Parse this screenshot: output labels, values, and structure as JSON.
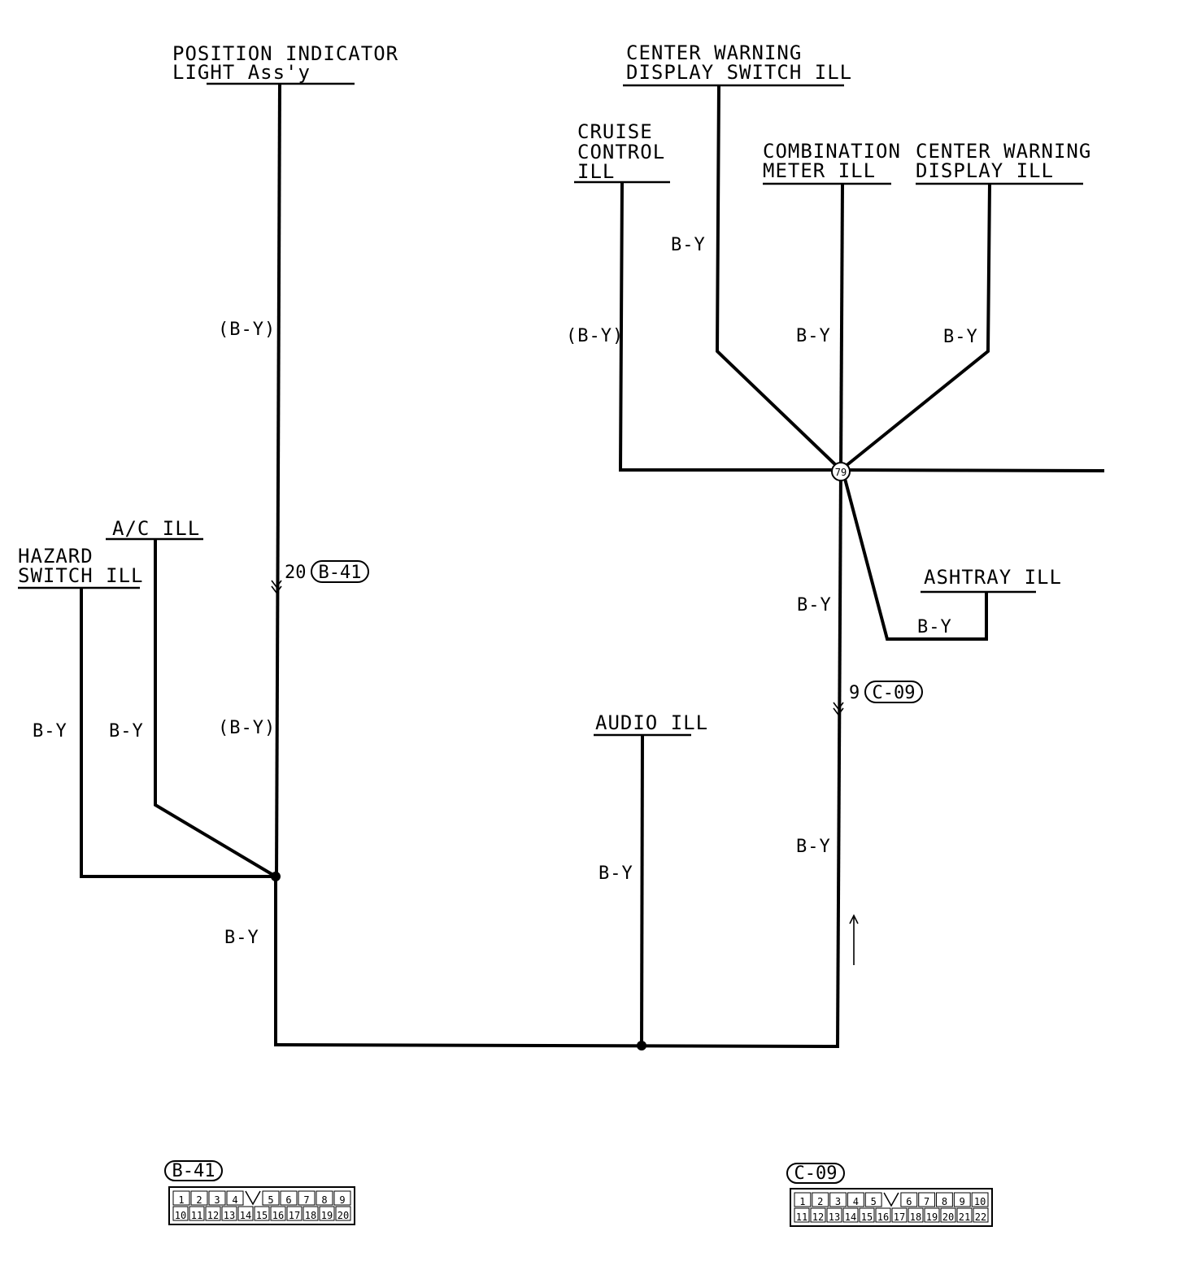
{
  "components": {
    "position_indicator": [
      "POSITION INDICATOR",
      "LIGHT Ass'y"
    ],
    "center_warning_switch": [
      "CENTER WARNING",
      "DISPLAY SWITCH ILL"
    ],
    "cruise_control": [
      "CRUISE",
      "CONTROL",
      "ILL"
    ],
    "combination_meter": [
      "COMBINATION",
      "METER ILL"
    ],
    "center_warning_display": [
      "CENTER WARNING",
      "DISPLAY ILL"
    ],
    "ashtray": "ASHTRAY ILL",
    "ac": "A/C ILL",
    "hazard_switch": [
      "HAZARD",
      "SWITCH ILL"
    ],
    "audio": "AUDIO ILL"
  },
  "wire_labels": {
    "position_indicator_top": "(B-Y)",
    "position_indicator_bottom": "(B-Y)",
    "cruise_control": "(B-Y)",
    "center_warning_switch": "B-Y",
    "combination_meter": "B-Y",
    "center_warning_display": "B-Y",
    "junction_down": "B-Y",
    "ashtray": "B-Y",
    "c09_below": "B-Y",
    "hazard": "B-Y",
    "ac": "B-Y",
    "main_left": "B-Y",
    "audio": "B-Y"
  },
  "junction": {
    "id": "79"
  },
  "connectors": {
    "b41": {
      "name": "B-41",
      "pin": "20",
      "pins_row1": [
        "1",
        "2",
        "3",
        "4",
        "",
        "5",
        "6",
        "7",
        "8",
        "9"
      ],
      "pins_row2": [
        "10",
        "11",
        "12",
        "13",
        "14",
        "15",
        "16",
        "17",
        "18",
        "19",
        "20"
      ]
    },
    "c09": {
      "name": "C-09",
      "pin": "9",
      "pins_row1": [
        "1",
        "2",
        "3",
        "4",
        "5",
        "",
        "6",
        "7",
        "8",
        "9",
        "10"
      ],
      "pins_row2": [
        "11",
        "12",
        "13",
        "14",
        "15",
        "16",
        "17",
        "18",
        "19",
        "20",
        "21",
        "22"
      ]
    }
  },
  "colors": {
    "ink": "#000000",
    "paper": "#ffffff"
  }
}
